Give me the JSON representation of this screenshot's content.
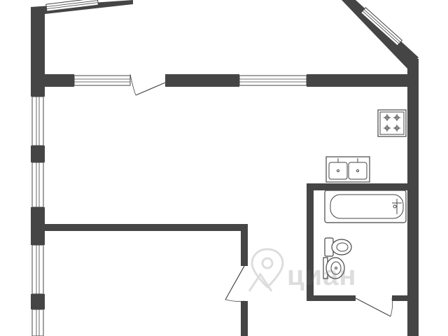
{
  "plan": {
    "wall_color": "#454545",
    "background": "#ffffff",
    "rooms": [
      "upper-room",
      "main-room",
      "lower-left-room",
      "bathroom"
    ],
    "fixtures": [
      "stove-icon",
      "double-sink-icon",
      "bathtub-icon",
      "toilet-icon",
      "washbasin-icon"
    ]
  },
  "watermark": {
    "brand": "циан",
    "icon": "location-pin-icon"
  }
}
